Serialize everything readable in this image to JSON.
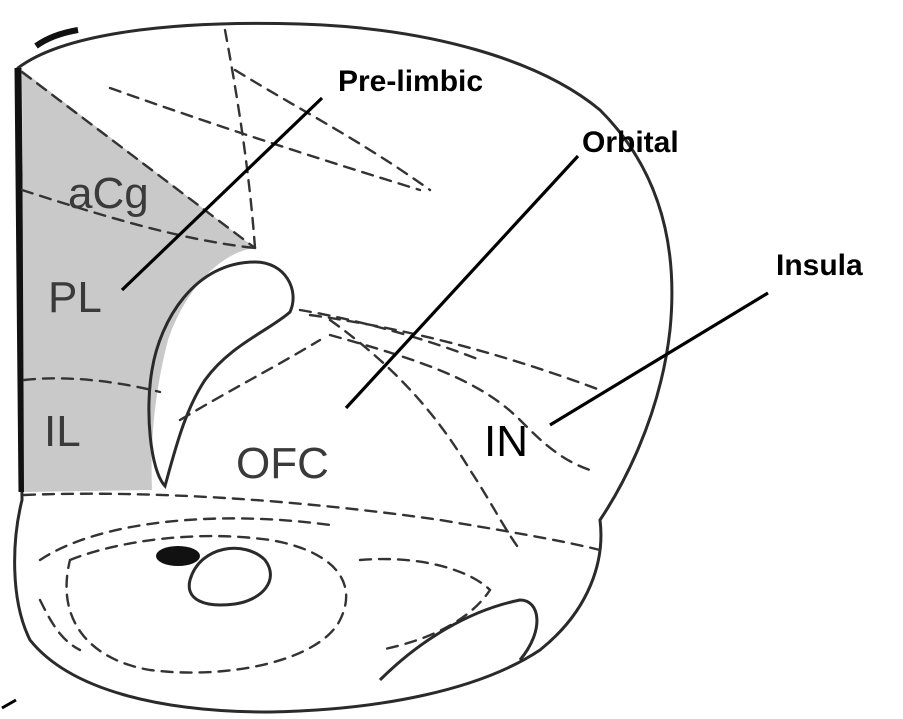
{
  "regions": {
    "acg": "aCg",
    "pl": "PL",
    "il": "IL",
    "ofc": "OFC",
    "in": "IN"
  },
  "callouts": {
    "prelimbic": "Pre-limbic",
    "orbital": "Orbital",
    "insula": "Insula"
  },
  "colors": {
    "medial_shading": "#c9c9c9",
    "outline": "#2a2a2a",
    "leader_line": "#000000"
  }
}
